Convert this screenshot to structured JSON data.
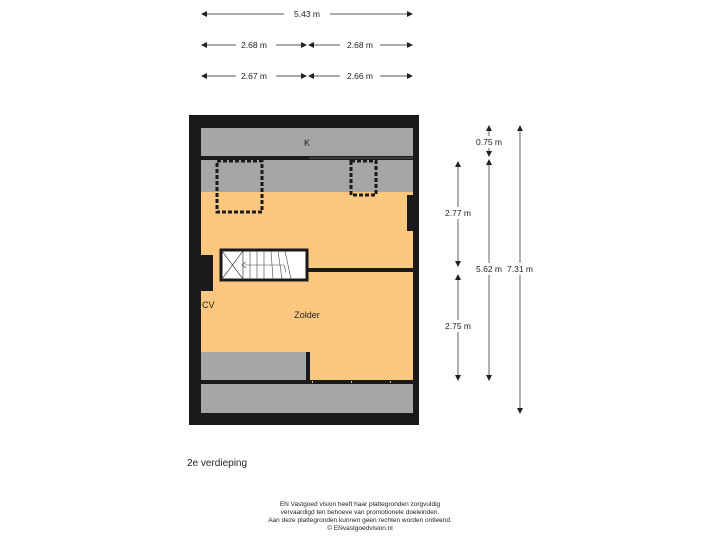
{
  "dimensions": {
    "total_width": "5.43 m",
    "upper_left": "2.68 m",
    "upper_right": "2.68 m",
    "lower_left": "2.67 m",
    "lower_right": "2.66 m",
    "strip_height": "0.75 m",
    "upper_depth": "2.77 m",
    "lower_depth": "2.75 m",
    "inner_depth": "5.62 m",
    "total_depth": "7.31 m"
  },
  "rooms": {
    "k_label": "K",
    "zolder_label": "Zolder",
    "cv_label": "CV"
  },
  "colors": {
    "wall": "#1a1a1a",
    "grey_area": "#a6a6a6",
    "attic_floor": "#fcc77e",
    "stair_fill": "#ffffff"
  },
  "floor_label": "2e verdieping",
  "disclaimer": {
    "line1": "EN Vastgoed vision heeft haar plattegronden zorgvuldig",
    "line2": "vervaardigd ten behoeve van promotionele doeleinden.",
    "line3": "Aan deze plattegronden kunnen geen rechten worden ontleend.",
    "line4": "© ENvastgoedvision.nl"
  }
}
